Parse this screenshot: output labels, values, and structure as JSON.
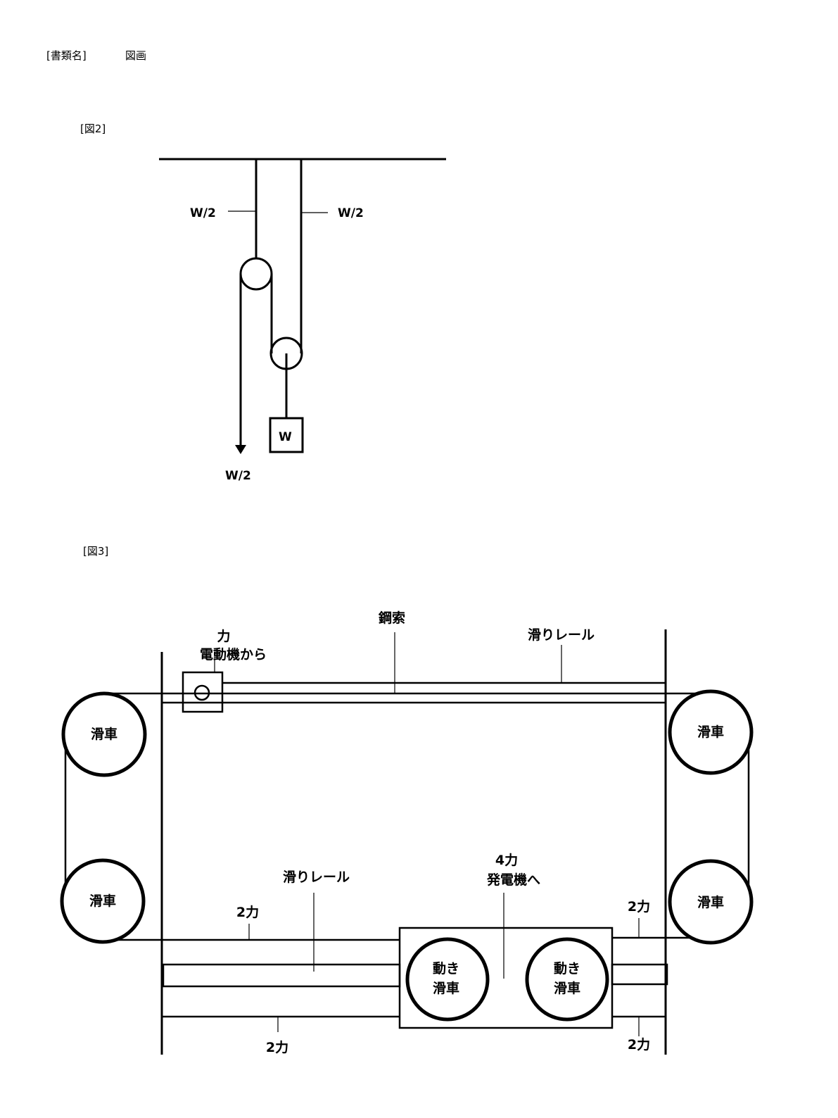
{
  "header": {
    "doc_type_label": "[書類名]",
    "doc_type_value": "図画"
  },
  "figure2": {
    "caption": "[図2]",
    "tension_left": "W/2",
    "tension_right": "W/2",
    "pull_force": "W/2",
    "weight": "W"
  },
  "figure3": {
    "caption": "[図3]",
    "wire_rope": "鋼索",
    "force_in": "力",
    "from_motor": "電動機から",
    "rail_top": "滑りレール",
    "pulley_tl": "滑車",
    "pulley_bl": "滑車",
    "pulley_tr": "滑車",
    "pulley_br": "滑車",
    "rail_bottom": "滑りレール",
    "force_out": "4力",
    "to_generator": "発電機へ",
    "force_2_upper_left": "2力",
    "force_2_upper_right": "2力",
    "force_2_lower_left": "2力",
    "force_2_lower_right": "2力",
    "moving_pulley_left_line1": "動き",
    "moving_pulley_left_line2": "滑車",
    "moving_pulley_right_line1": "動き",
    "moving_pulley_right_line2": "滑車"
  }
}
